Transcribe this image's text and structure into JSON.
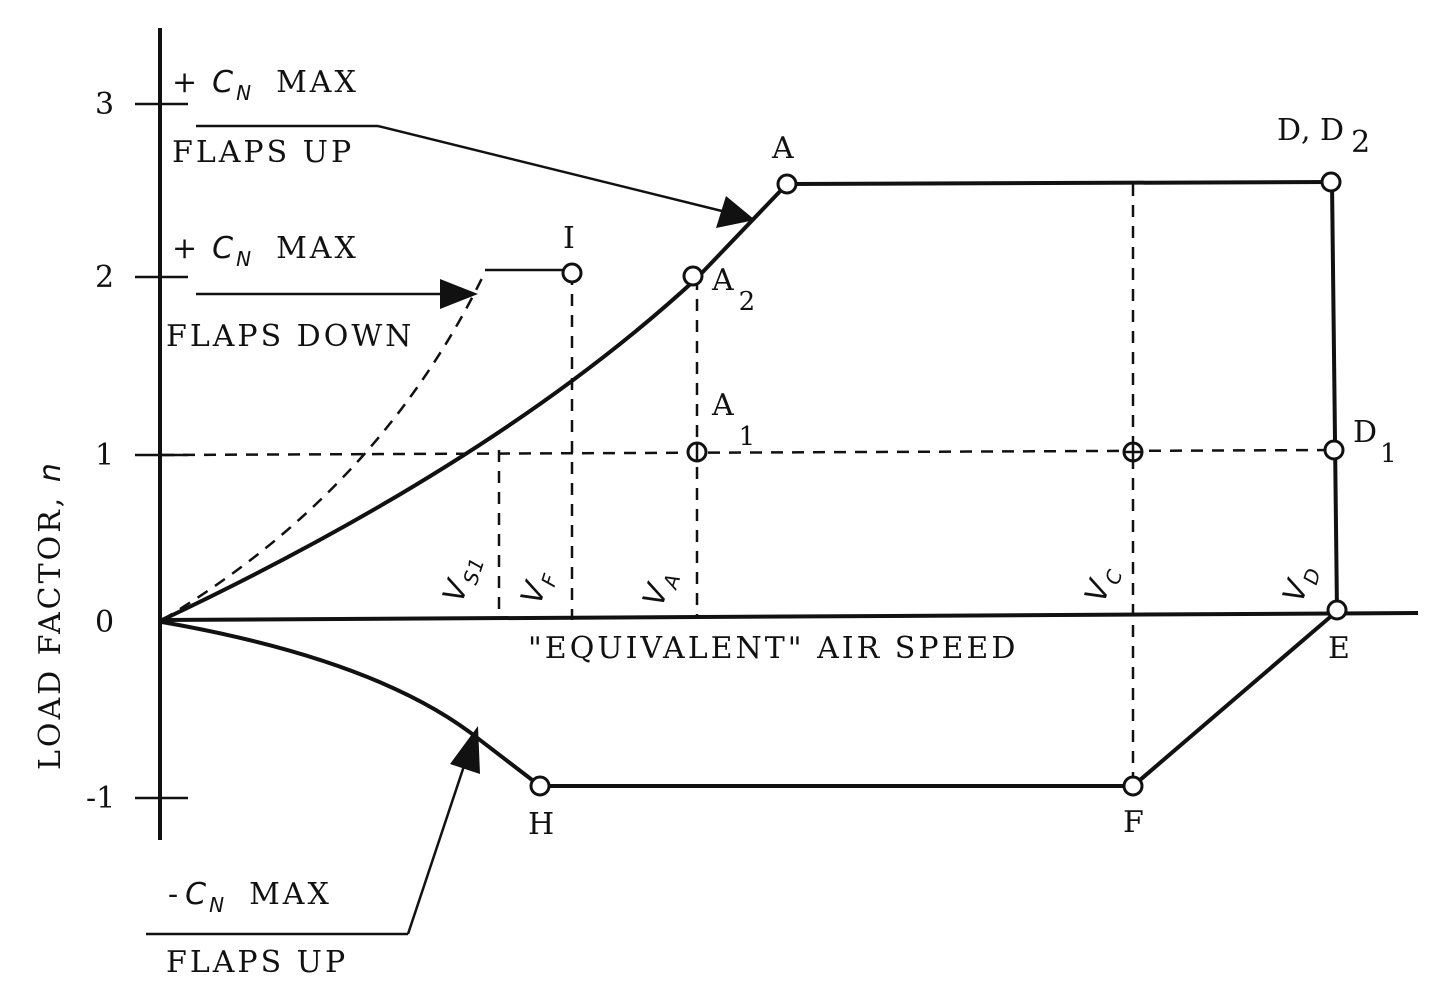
{
  "y_axis": {
    "title": "LOAD FACTOR, ",
    "title_symbol": "n",
    "ticks": [
      "3",
      "2",
      "1",
      "0",
      "-1"
    ]
  },
  "x_axis": {
    "title": "\"EQUIVALENT\" AIR SPEED"
  },
  "points": {
    "A": "A",
    "A2": "A",
    "A2_sub": "2",
    "A1": "A",
    "A1_sub": "1",
    "I": "I",
    "D": "D,",
    "D2": "D",
    "D2_sub": "2",
    "D1": "D",
    "D1_sub": "1",
    "E": "E",
    "F": "F",
    "H": "H"
  },
  "speeds": {
    "vs1": {
      "v": "V",
      "sub": "S1"
    },
    "vf": {
      "v": "V",
      "sub": "F"
    },
    "va": {
      "v": "V",
      "sub": "A"
    },
    "vc": {
      "v": "V",
      "sub": "C"
    },
    "vd": {
      "v": "V",
      "sub": "D"
    }
  },
  "annotations": {
    "pos_cn_up": {
      "sign": "+",
      "c": "C",
      "sub": "N",
      "max": "MAX",
      "flaps": "FLAPS UP"
    },
    "pos_cn_down": {
      "sign": "+",
      "c": "C",
      "sub": "N",
      "max": "MAX",
      "flaps": "FLAPS DOWN"
    },
    "neg_cn_up": {
      "sign": "-",
      "c": "C",
      "sub": "N",
      "max": "MAX",
      "flaps": "FLAPS UP"
    }
  },
  "colors": {
    "ink": "#111111",
    "paper": "#ffffff"
  }
}
